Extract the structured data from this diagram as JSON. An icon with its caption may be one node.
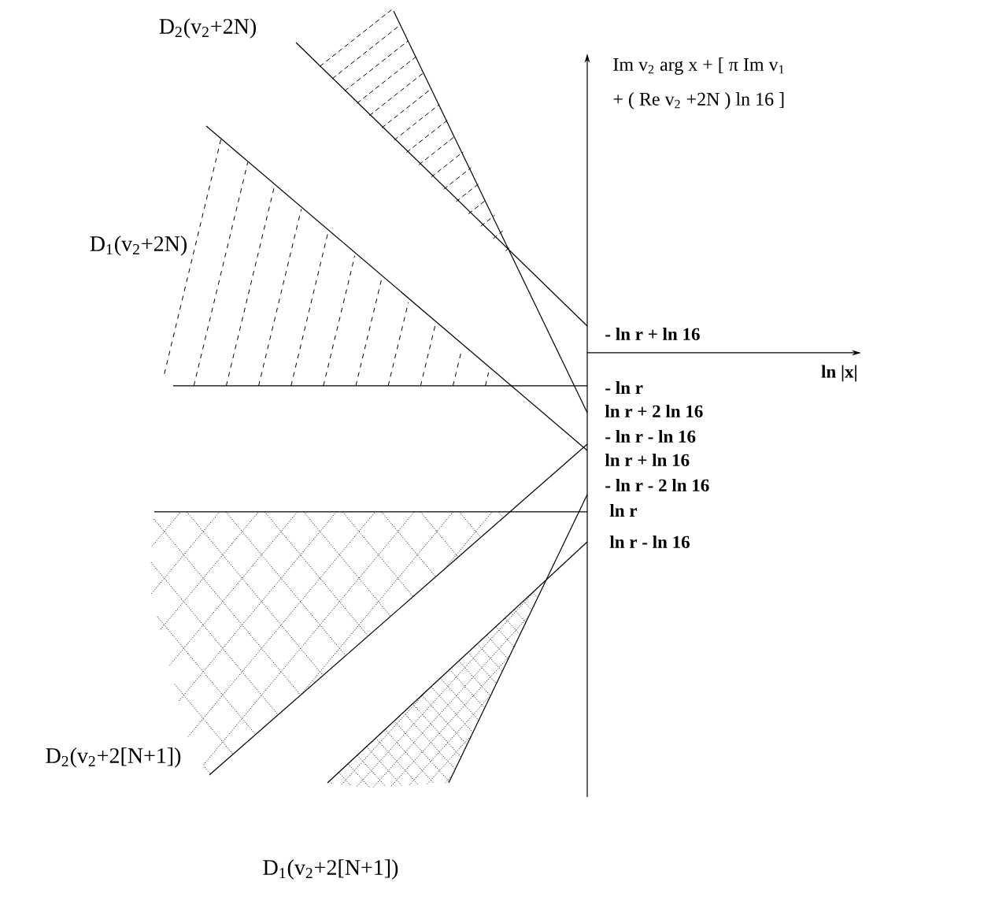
{
  "diagram": {
    "labels": [
      "D$_{2}$(v$_{2}$+2N)",
      "Im v$_{2}$ arg x + [ π Im v$_{1}$",
      "+ ( Re v$_{2}$ +2N ) ln 16 ]",
      "D$_{1}$(v$_{2}$+2N)",
      "- ln r + ln 16",
      "ln |x|",
      "- ln r",
      "ln r + 2 ln 16",
      "- ln r - ln 16",
      "ln r + ln 16",
      "- ln r - 2 ln 16",
      "ln r",
      "ln r - ln 16",
      "D$_{2}$(v$_{2}$+2[N+1])",
      "D$_{1}$(v$_{2}$+2[N+1])"
    ]
  }
}
